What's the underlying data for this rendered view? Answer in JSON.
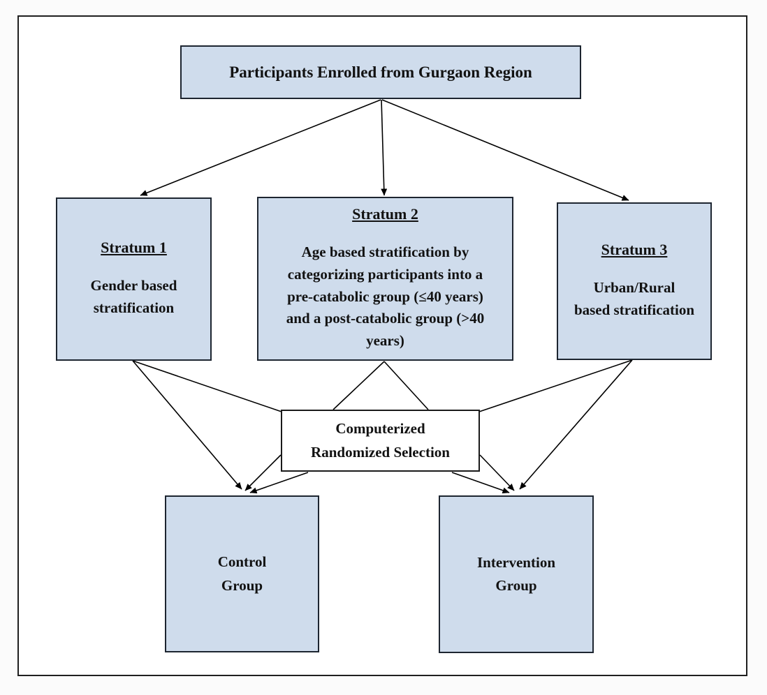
{
  "diagram": {
    "title_box": {
      "label": "Participants Enrolled from Gurgaon Region"
    },
    "strata": [
      {
        "heading": "Stratum 1",
        "body": "Gender based\nstratification"
      },
      {
        "heading": "Stratum 2",
        "body": "Age based stratification by\ncategorizing participants into a\npre-catabolic group (≤40 years)\nand a post-catabolic group (>40\nyears)"
      },
      {
        "heading": "Stratum 3",
        "body": "Urban/Rural\nbased stratification"
      }
    ],
    "randomizer_box": {
      "label": "Computerized\nRandomized Selection"
    },
    "groups": [
      {
        "label": "Control\nGroup"
      },
      {
        "label": "Intervention\nGroup"
      }
    ],
    "colors": {
      "box_fill": "#cfdcec",
      "box_border": "#1d2530",
      "randomizer_fill": "#ffffff",
      "arrow": "#000000",
      "frame_border": "#1f1f1f",
      "background": "#ffffff"
    }
  }
}
